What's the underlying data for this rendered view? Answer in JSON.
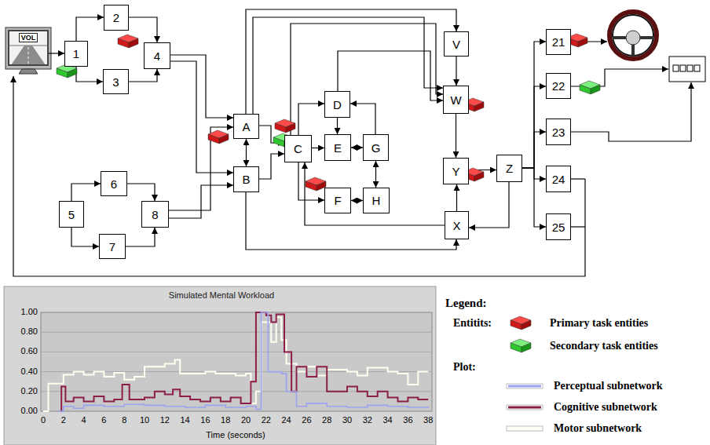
{
  "diagram": {
    "nodes": [
      {
        "text": [
          "VOL"
        ]
      },
      {
        "text": [
          "1"
        ]
      },
      {
        "text": [
          "2"
        ]
      },
      {
        "text": [
          "3"
        ]
      },
      {
        "text": [
          "4"
        ]
      },
      {
        "text": [
          "5"
        ]
      },
      {
        "text": [
          "6"
        ]
      },
      {
        "text": [
          "7"
        ]
      },
      {
        "text": [
          "8"
        ]
      },
      {
        "text": [
          "A"
        ]
      },
      {
        "text": [
          "B"
        ]
      },
      {
        "text": [
          "C"
        ]
      },
      {
        "text": [
          "D"
        ]
      },
      {
        "text": [
          "E"
        ]
      },
      {
        "text": [
          "F"
        ]
      },
      {
        "text": [
          "G"
        ]
      },
      {
        "text": [
          "H"
        ]
      },
      {
        "text": [
          "V"
        ]
      },
      {
        "text": [
          "W"
        ]
      },
      {
        "text": [
          "Y"
        ]
      },
      {
        "text": [
          "X"
        ]
      },
      {
        "text": [
          "Z"
        ]
      },
      {
        "text": [
          "21"
        ]
      },
      {
        "text": [
          "22"
        ]
      },
      {
        "text": [
          "23"
        ]
      },
      {
        "text": [
          "24"
        ]
      },
      {
        "text": [
          "25"
        ]
      }
    ],
    "edges": [
      {
        "from": 0,
        "to": 1,
        "arrow": "to"
      },
      {
        "from": 1,
        "to": 2,
        "arrow": "to"
      },
      {
        "from": 1,
        "to": 3,
        "arrow": "to"
      },
      {
        "from": 2,
        "to": 4,
        "arrow": "to"
      },
      {
        "from": 3,
        "to": 4,
        "arrow": "to"
      },
      {
        "from": 4,
        "to": 9,
        "arrow": "to"
      },
      {
        "from": 4,
        "to": 10,
        "arrow": "to"
      },
      {
        "from": 5,
        "to": 6,
        "arrow": "to"
      },
      {
        "from": 5,
        "to": 7,
        "arrow": "to"
      },
      {
        "from": 6,
        "to": 8,
        "arrow": "to"
      },
      {
        "from": 7,
        "to": 8,
        "arrow": "to"
      },
      {
        "from": 8,
        "to": 9,
        "arrow": "to"
      },
      {
        "from": 8,
        "to": 10,
        "arrow": "to"
      },
      {
        "from": 9,
        "to": 10,
        "arrow": "both"
      },
      {
        "from": 9,
        "to": 11,
        "arrow": "to"
      },
      {
        "from": 10,
        "to": 11,
        "arrow": "to"
      },
      {
        "from": 11,
        "to": 13,
        "arrow": "to"
      },
      {
        "from": 12,
        "to": 13,
        "arrow": "to"
      },
      {
        "from": 13,
        "to": 15,
        "arrow": "both"
      },
      {
        "from": 15,
        "to": 12,
        "arrow": "to"
      },
      {
        "from": 11,
        "to": 12,
        "arrow": "to"
      },
      {
        "from": 11,
        "to": 14,
        "arrow": "to"
      },
      {
        "from": 14,
        "to": 16,
        "arrow": "both"
      },
      {
        "from": 15,
        "to": 16,
        "arrow": "both"
      },
      {
        "from": 9,
        "to": 17,
        "arrow": "to"
      },
      {
        "from": 9,
        "to": 18,
        "arrow": "to"
      },
      {
        "from": 11,
        "to": 18,
        "arrow": "to"
      },
      {
        "from": 12,
        "to": 18,
        "arrow": "to"
      },
      {
        "from": 17,
        "to": 18,
        "arrow": "to"
      },
      {
        "from": 18,
        "to": 19,
        "arrow": "to"
      },
      {
        "from": 20,
        "to": 19,
        "arrow": "to"
      },
      {
        "from": 19,
        "to": 21,
        "arrow": "to"
      },
      {
        "from": 21,
        "to": 20,
        "arrow": "to"
      },
      {
        "from": 10,
        "to": 20,
        "arrow": "to"
      },
      {
        "from": 20,
        "to": 11,
        "arrow": "to"
      },
      {
        "from": 21,
        "to": 22,
        "arrow": "to"
      },
      {
        "from": 21,
        "to": 23,
        "arrow": "to"
      },
      {
        "from": 21,
        "to": 24,
        "arrow": "to"
      },
      {
        "from": 21,
        "to": 25,
        "arrow": "to"
      },
      {
        "from": 21,
        "to": 26,
        "arrow": "to"
      }
    ],
    "labels": [
      "Simulated Mental Workload",
      "1.00",
      "0.80",
      "0.60",
      "0.40",
      "0.20",
      "0.00",
      "0",
      "2",
      "4",
      "6",
      "8",
      "10",
      "12",
      "14",
      "16",
      "18",
      "20",
      "22",
      "24",
      "26",
      "28",
      "30",
      "32",
      "34",
      "36",
      "38",
      "Time (seconds)",
      "Legend:",
      "Entitits:",
      "Plot:"
    ],
    "legend": [
      {
        "text": "Primary task entities"
      },
      {
        "text": "Secondary task entities"
      },
      {
        "text": "Perceptual subnetwork"
      },
      {
        "text": "Cognitive subnetwork"
      },
      {
        "text": "Motor subnetwork"
      }
    ]
  }
}
